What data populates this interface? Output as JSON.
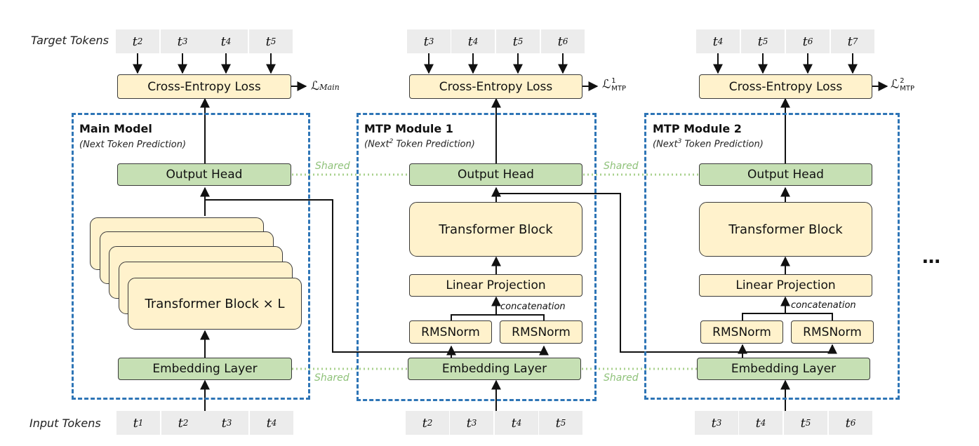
{
  "labels": {
    "target_tokens": "Target Tokens",
    "input_tokens": "Input Tokens",
    "shared": "Shared",
    "concatenation": "concatenation",
    "ellipsis": "…"
  },
  "main_model": {
    "title": "Main Model",
    "subtitle": "(Next Token Prediction)",
    "loss_box": "Cross-Entropy Loss",
    "loss_symbol": "ℒ",
    "loss_sub": "Main",
    "output_head": "Output Head",
    "transformer": "Transformer Block × L",
    "embedding": "Embedding Layer",
    "target_tokens": [
      "2",
      "3",
      "4",
      "5"
    ],
    "input_tokens": [
      "1",
      "2",
      "3",
      "4"
    ]
  },
  "mtp1": {
    "title": "MTP Module 1",
    "subtitle_pre": "(Next",
    "subtitle_sup": "2",
    "subtitle_post": " Token Prediction)",
    "loss_box": "Cross-Entropy Loss",
    "loss_symbol": "ℒ",
    "loss_sup": "1",
    "loss_sub": "MTP",
    "output_head": "Output Head",
    "transformer": "Transformer Block",
    "linear": "Linear Projection",
    "rmsnorm_left": "RMSNorm",
    "rmsnorm_right": "RMSNorm",
    "embedding": "Embedding Layer",
    "target_tokens": [
      "3",
      "4",
      "5",
      "6"
    ],
    "input_tokens": [
      "2",
      "3",
      "4",
      "5"
    ]
  },
  "mtp2": {
    "title": "MTP Module 2",
    "subtitle_pre": "(Next",
    "subtitle_sup": "3",
    "subtitle_post": " Token Prediction)",
    "loss_box": "Cross-Entropy Loss",
    "loss_symbol": "ℒ",
    "loss_sup": "2",
    "loss_sub": "MTP",
    "output_head": "Output Head",
    "transformer": "Transformer Block",
    "linear": "Linear Projection",
    "rmsnorm_left": "RMSNorm",
    "rmsnorm_right": "RMSNorm",
    "embedding": "Embedding Layer",
    "target_tokens": [
      "4",
      "5",
      "6",
      "7"
    ],
    "input_tokens": [
      "3",
      "4",
      "5",
      "6"
    ]
  },
  "colors": {
    "yellow_box": "#fff2cc",
    "green_box": "#c6e0b4",
    "panel_border": "#2e75b6",
    "token_bg": "#ececec",
    "shared_line": "#a9d18e"
  }
}
